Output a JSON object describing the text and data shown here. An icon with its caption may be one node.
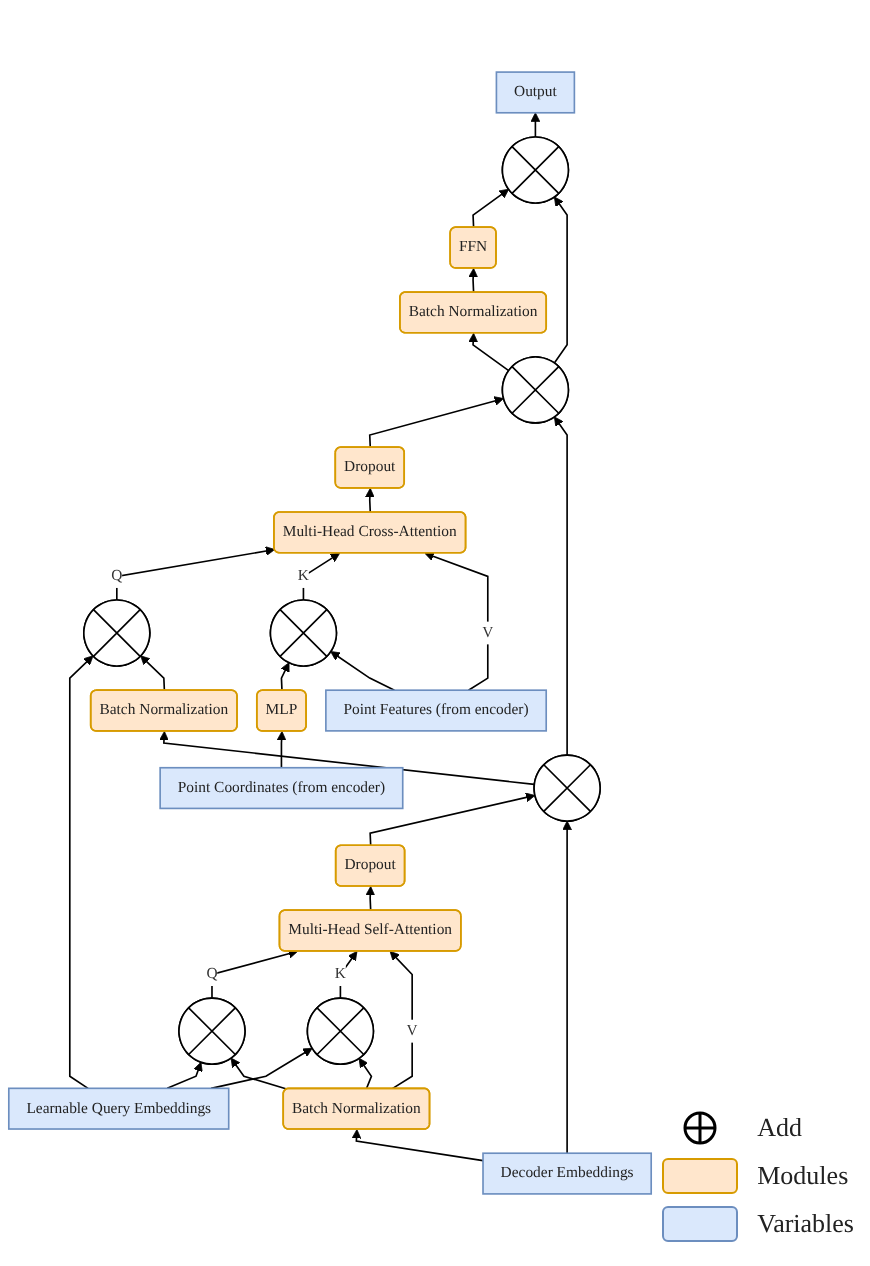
{
  "diagram": {
    "nodes": [
      {
        "text": [
          "Output"
        ]
      },
      {
        "text": [],
        "shape": "circle"
      },
      {
        "text": [
          "FFN"
        ]
      },
      {
        "text": [
          "Batch Normalization"
        ]
      },
      {
        "text": [],
        "shape": "circle"
      },
      {
        "text": [
          "Dropout"
        ]
      },
      {
        "text": [
          "Multi-Head Cross-Attention"
        ]
      },
      {
        "text": [],
        "shape": "circle"
      },
      {
        "text": [],
        "shape": "circle"
      },
      {
        "text": [
          "MLP"
        ]
      },
      {
        "text": [
          "Point Coordinates (from encoder)"
        ]
      },
      {
        "text": [
          "Point Features (from encoder)"
        ]
      },
      {
        "text": [
          "Batch Normalization"
        ]
      },
      {
        "text": [],
        "shape": "circle"
      },
      {
        "text": [
          "Dropout"
        ]
      },
      {
        "text": [
          "Multi-Head Self-Attention"
        ]
      },
      {
        "text": [],
        "shape": "circle"
      },
      {
        "text": [],
        "shape": "circle"
      },
      {
        "text": [
          "Batch Normalization"
        ]
      },
      {
        "text": [
          "Learnable Query Embeddings"
        ]
      },
      {
        "text": [
          "Decoder Embeddings"
        ]
      }
    ],
    "edges": [
      {
        "from": 1,
        "to": 0,
        "arrow": "to"
      },
      {
        "from": 2,
        "to": 1,
        "arrow": "to"
      },
      {
        "from": 4,
        "to": 1,
        "arrow": "to"
      },
      {
        "from": 3,
        "to": 2,
        "arrow": "to"
      },
      {
        "from": 4,
        "to": 3,
        "arrow": "to"
      },
      {
        "from": 5,
        "to": 4,
        "arrow": "to"
      },
      {
        "from": 13,
        "to": 4,
        "arrow": "to"
      },
      {
        "from": 6,
        "to": 5,
        "arrow": "to"
      },
      {
        "from": 7,
        "to": 6,
        "arrow": "to",
        "label": "Q"
      },
      {
        "from": 8,
        "to": 6,
        "arrow": "to",
        "label": "K"
      },
      {
        "from": 11,
        "to": 6,
        "arrow": "to",
        "label": "V"
      },
      {
        "from": 19,
        "to": 7,
        "arrow": "to"
      },
      {
        "from": 12,
        "to": 7,
        "arrow": "to"
      },
      {
        "from": 9,
        "to": 8,
        "arrow": "to"
      },
      {
        "from": 11,
        "to": 8,
        "arrow": "to"
      },
      {
        "from": 10,
        "to": 9,
        "arrow": "to"
      },
      {
        "from": 13,
        "to": 12,
        "arrow": "to"
      },
      {
        "from": 14,
        "to": 13,
        "arrow": "to"
      },
      {
        "from": 20,
        "to": 13,
        "arrow": "to"
      },
      {
        "from": 15,
        "to": 14,
        "arrow": "to"
      },
      {
        "from": 16,
        "to": 15,
        "arrow": "to",
        "label": "Q"
      },
      {
        "from": 17,
        "to": 15,
        "arrow": "to",
        "label": "K"
      },
      {
        "from": 18,
        "to": 15,
        "arrow": "to",
        "label": "V"
      },
      {
        "from": 19,
        "to": 16,
        "arrow": "to"
      },
      {
        "from": 18,
        "to": 16,
        "arrow": "to"
      },
      {
        "from": 19,
        "to": 17,
        "arrow": "to"
      },
      {
        "from": 18,
        "to": 17,
        "arrow": "to"
      },
      {
        "from": 20,
        "to": 18,
        "arrow": "to"
      }
    ],
    "legend": [
      {
        "text": "Add"
      },
      {
        "text": "Modules",
        "color": "#ffe6cc"
      },
      {
        "text": "Variables",
        "color": "#dae8fc"
      }
    ]
  }
}
